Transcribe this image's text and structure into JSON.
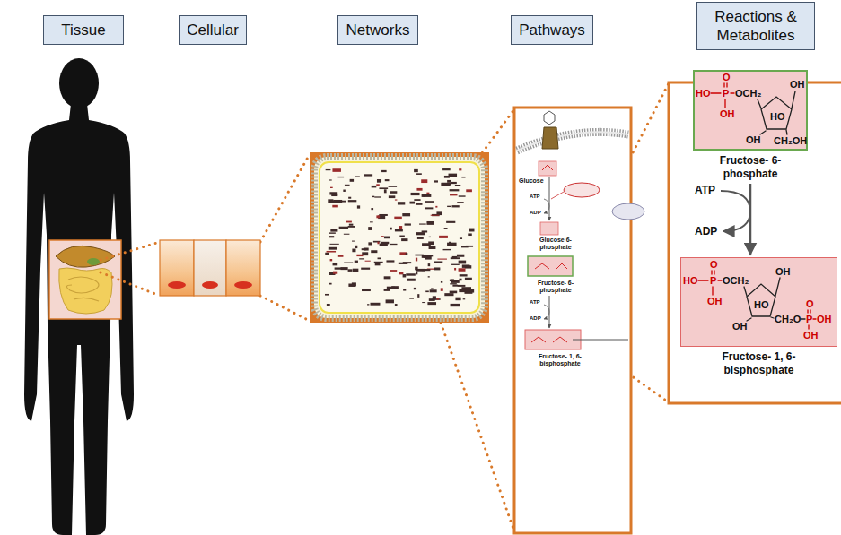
{
  "diagram": {
    "nodes": [
      {
        "text": [
          "Tissue"
        ]
      },
      {
        "text": [
          "Cellular"
        ]
      },
      {
        "text": [
          "Networks"
        ]
      },
      {
        "text": [
          "Pathways"
        ]
      },
      {
        "text": [
          "Reactions & Metabolites"
        ]
      },
      {
        "text": [
          "Fructose- 6-phosphate"
        ]
      },
      {
        "text": [
          "Fructose- 1, 6-bisphosphate"
        ]
      }
    ],
    "edges": [
      {
        "from": 5,
        "to": 6,
        "arrow": "to"
      }
    ],
    "labels": [
      "ATP",
      "ADP",
      "O",
      "HO",
      "P",
      "OCH₂",
      "OH",
      "OH",
      "HO",
      "CH₂OH",
      "OH",
      "O",
      "HO",
      "P",
      "OCH₂",
      "OH",
      "OH",
      "HO",
      "CH₂O",
      "P",
      "O",
      "OH",
      "OH",
      "OH",
      "Glucose",
      "ATP",
      "ADP",
      "Glucose 6-phosphate",
      "Fructose- 6-phosphate",
      "ATP",
      "ADP",
      "Fructose- 1, 6-bisphosphate"
    ]
  }
}
